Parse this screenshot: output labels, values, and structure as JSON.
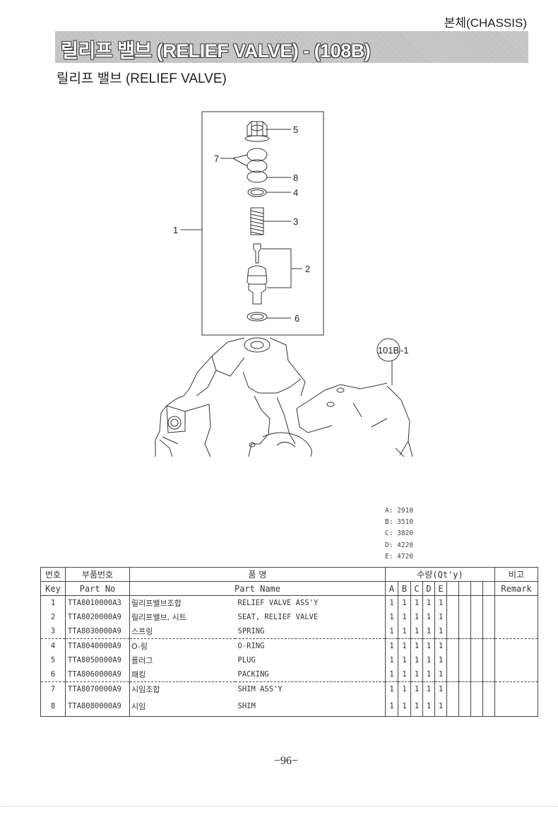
{
  "header": {
    "section": "본체(CHASSIS)",
    "banner_title": "릴리프 밸브 (RELIEF VALVE) - (108B)",
    "subtitle": "릴리프 밸브 (RELIEF VALVE)"
  },
  "diagram": {
    "callouts": [
      "1",
      "2",
      "3",
      "4",
      "5",
      "6",
      "7",
      "8"
    ],
    "reference_bubble": "101B",
    "reference_suffix": "-1"
  },
  "models": [
    "A: 2910",
    "B: 3510",
    "C: 3820",
    "D: 4220",
    "E: 4720"
  ],
  "table": {
    "headers": {
      "key_ko": "번호",
      "key_en": "Key",
      "partno_ko": "부품번호",
      "partno_en": "Part No",
      "name_ko": "품 명",
      "name_en": "Part Name",
      "qty": "수량(Qt'y)",
      "remark_ko": "비고",
      "remark_en": "Remark",
      "cols": [
        "A",
        "B",
        "C",
        "D",
        "E"
      ]
    },
    "rows": [
      {
        "key": "1",
        "part_no": "TTA8010000A3",
        "name_ko": "릴리프밸브조합",
        "name_en": "RELIEF VALVE ASS'Y",
        "qty": [
          "1",
          "1",
          "1",
          "1",
          "1"
        ]
      },
      {
        "key": "2",
        "part_no": "TTA8020000A9",
        "name_ko": "릴리프밸브, 시트",
        "name_en": "SEAT, RELIEF VALVE",
        "qty": [
          "1",
          "1",
          "1",
          "1",
          "1"
        ]
      },
      {
        "key": "3",
        "part_no": "TTA8030000A9",
        "name_ko": "스프링",
        "name_en": "SPRING",
        "qty": [
          "1",
          "1",
          "1",
          "1",
          "1"
        ]
      },
      {
        "key": "4",
        "part_no": "TTA8040000A9",
        "name_ko": "O-링",
        "name_en": "O-RING",
        "qty": [
          "1",
          "1",
          "1",
          "1",
          "1"
        ]
      },
      {
        "key": "5",
        "part_no": "TTA8050000A9",
        "name_ko": "플러그",
        "name_en": "PLUG",
        "qty": [
          "1",
          "1",
          "1",
          "1",
          "1"
        ]
      },
      {
        "key": "6",
        "part_no": "TTA8060000A9",
        "name_ko": "패킹",
        "name_en": "PACKING",
        "qty": [
          "1",
          "1",
          "1",
          "1",
          "1"
        ]
      },
      {
        "key": "7",
        "part_no": "TTA8070000A9",
        "name_ko": "시임조합",
        "name_en": "SHIM ASS'Y",
        "qty": [
          "1",
          "1",
          "1",
          "1",
          "1"
        ]
      },
      {
        "key": "8",
        "part_no": "TTA8080000A9",
        "name_ko": "시임",
        "name_en": "SHIM",
        "qty": [
          "1",
          "1",
          "1",
          "1",
          "1"
        ]
      }
    ]
  },
  "footer": {
    "page_number": "−96−"
  }
}
